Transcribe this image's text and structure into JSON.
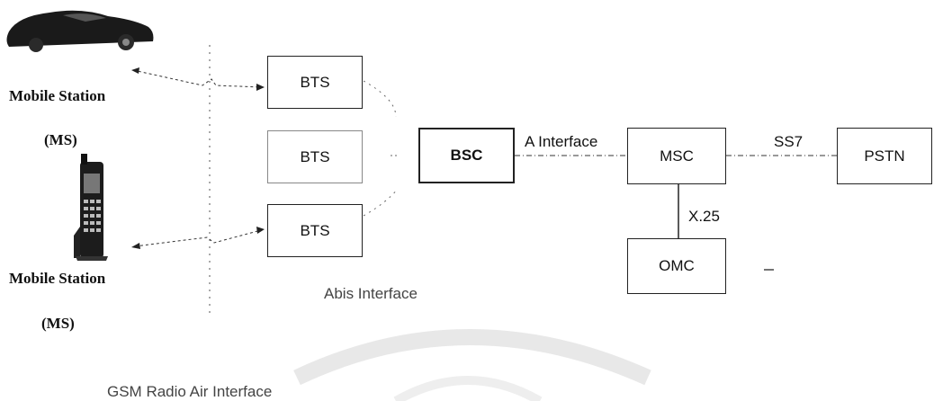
{
  "stations": [
    {
      "name": "Mobile Station",
      "abbr": "(MS)",
      "icon": "car-icon"
    },
    {
      "name": "Mobile Station",
      "abbr": "(MS)",
      "icon": "mobile-phone-icon"
    }
  ],
  "bts_nodes": [
    "BTS",
    "BTS",
    "BTS"
  ],
  "bsc": {
    "label": "BSC"
  },
  "msc": {
    "label": "MSC"
  },
  "pstn": {
    "label": "PSTN"
  },
  "omc": {
    "label": "OMC"
  },
  "links": {
    "a_interface": "A Interface",
    "ss7": "SS7",
    "x25": "X.25",
    "abis": "Abis Interface",
    "air": "GSM Radio Air Interface"
  }
}
